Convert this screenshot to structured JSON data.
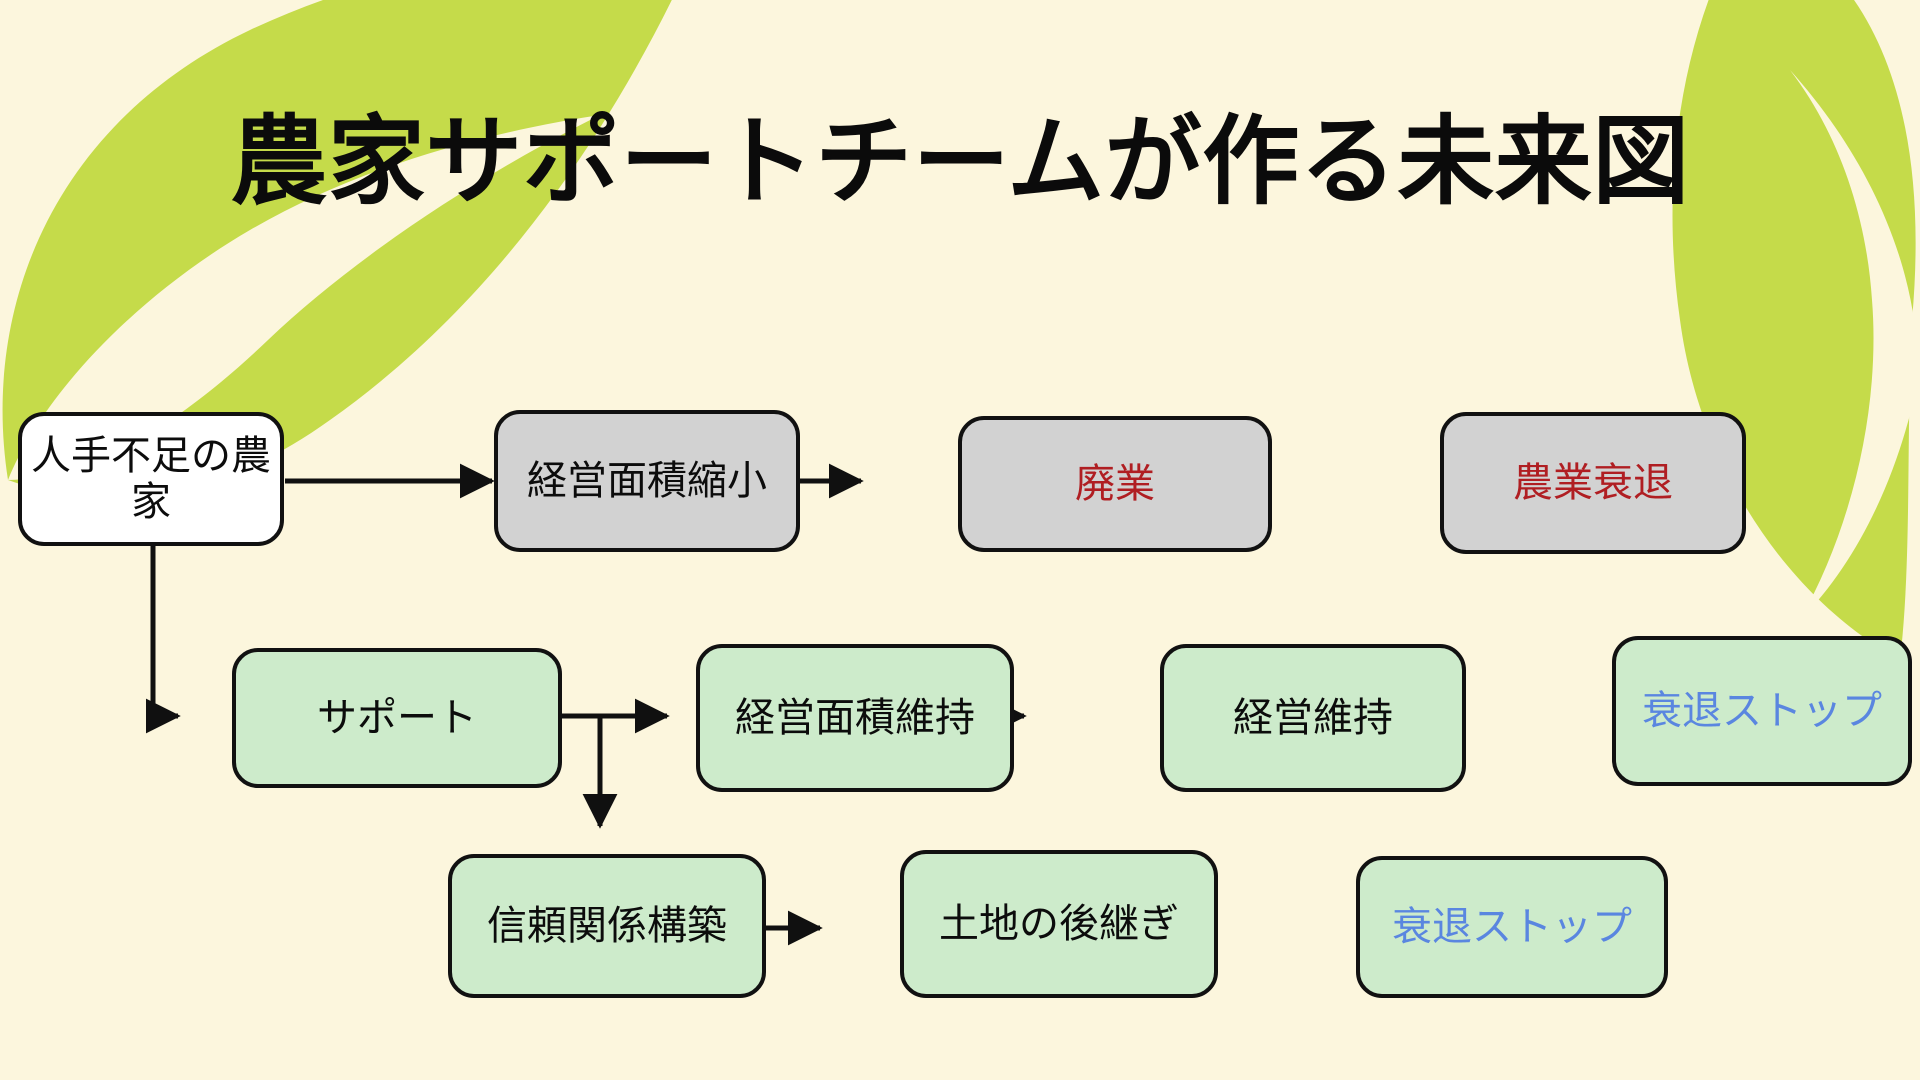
{
  "slide": {
    "title": "農家サポートチームが作る未来図",
    "background_color": "#FCF6DD",
    "accent_color": "#C5DB4A"
  },
  "decorations": [
    {
      "name": "leaf-top-left",
      "color": "#C5DB4A"
    },
    {
      "name": "leaf-top-right",
      "color": "#C5DB4A"
    }
  ],
  "chart_data": {
    "type": "diagram",
    "title": "農家サポートチームが作る未来図",
    "nodes": [
      {
        "id": "n1",
        "label": "人手不足の農家",
        "fill": "#FFFFFF",
        "text_color": "#0C0C0C",
        "row": 1
      },
      {
        "id": "n2",
        "label": "経営面積縮小",
        "fill": "#D2D2D2",
        "text_color": "#0C0C0C",
        "row": 1
      },
      {
        "id": "n3",
        "label": "廃業",
        "fill": "#D2D2D2",
        "text_color": "#B01E22",
        "row": 1
      },
      {
        "id": "n4",
        "label": "農業衰退",
        "fill": "#D2D2D2",
        "text_color": "#B01E22",
        "row": 1
      },
      {
        "id": "n5",
        "label": "サポート",
        "fill": "#CDEBCB",
        "text_color": "#0C0C0C",
        "row": 2
      },
      {
        "id": "n6",
        "label": "経営面積維持",
        "fill": "#CDEBCB",
        "text_color": "#0C0C0C",
        "row": 2
      },
      {
        "id": "n7",
        "label": "経営維持",
        "fill": "#CDEBCB",
        "text_color": "#0C0C0C",
        "row": 2
      },
      {
        "id": "n8",
        "label": "衰退ストップ",
        "fill": "#CDEBCB",
        "text_color": "#5A86E0",
        "row": 2
      },
      {
        "id": "n9",
        "label": "信頼関係構築",
        "fill": "#CDEBCB",
        "text_color": "#0C0C0C",
        "row": 3
      },
      {
        "id": "n10",
        "label": "土地の後継ぎ",
        "fill": "#CDEBCB",
        "text_color": "#0C0C0C",
        "row": 3
      },
      {
        "id": "n11",
        "label": "衰退ストップ",
        "fill": "#CDEBCB",
        "text_color": "#5A86E0",
        "row": 3
      }
    ],
    "edges": [
      {
        "from": "n1",
        "to": "n2",
        "style": "straight-right"
      },
      {
        "from": "n2",
        "to": "n3",
        "style": "straight-right"
      },
      {
        "from": "n3",
        "to": "n4",
        "style": "straight-right"
      },
      {
        "from": "n1",
        "to": "n5",
        "style": "elbow-down-right"
      },
      {
        "from": "n5",
        "to": "n6",
        "style": "straight-right"
      },
      {
        "from": "n6",
        "to": "n7",
        "style": "straight-right"
      },
      {
        "from": "n7",
        "to": "n8",
        "style": "straight-right"
      },
      {
        "from": "n5",
        "to": "n9",
        "style": "branch-down"
      },
      {
        "from": "n9",
        "to": "n10",
        "style": "straight-right"
      },
      {
        "from": "n10",
        "to": "n11",
        "style": "straight-right"
      }
    ],
    "branches": [
      {
        "from": "人手不足の農家",
        "to": [
          "経営面積縮小",
          "サポート"
        ]
      },
      {
        "from": "サポート",
        "to": [
          "経営面積維持",
          "信頼関係構築"
        ]
      }
    ]
  }
}
